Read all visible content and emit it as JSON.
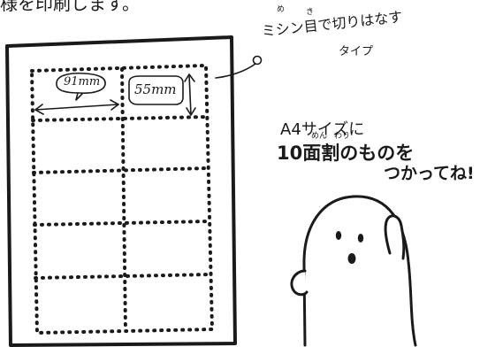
{
  "top_caption": "様を印刷します。",
  "annotation": {
    "perforation_line1": "ミシン目で切りはなす",
    "perforation_line2": "タイプ",
    "ruby_me": "め",
    "ruby_ki": "き"
  },
  "dimensions": {
    "width_label": "91mm",
    "height_label": "55mm"
  },
  "instruction": {
    "size_line": "A4サイズに",
    "ten_line": "10面割のものを",
    "ruby_men": "めん",
    "ruby_wari": "わり",
    "use_line": "つかってね!"
  },
  "colors": {
    "ink": "#1a1a1a",
    "paper": "#ffffff"
  },
  "icons": {
    "sheet": "a4-label-sheet-drawing",
    "mascot": "ghost-mascot-drawing"
  }
}
